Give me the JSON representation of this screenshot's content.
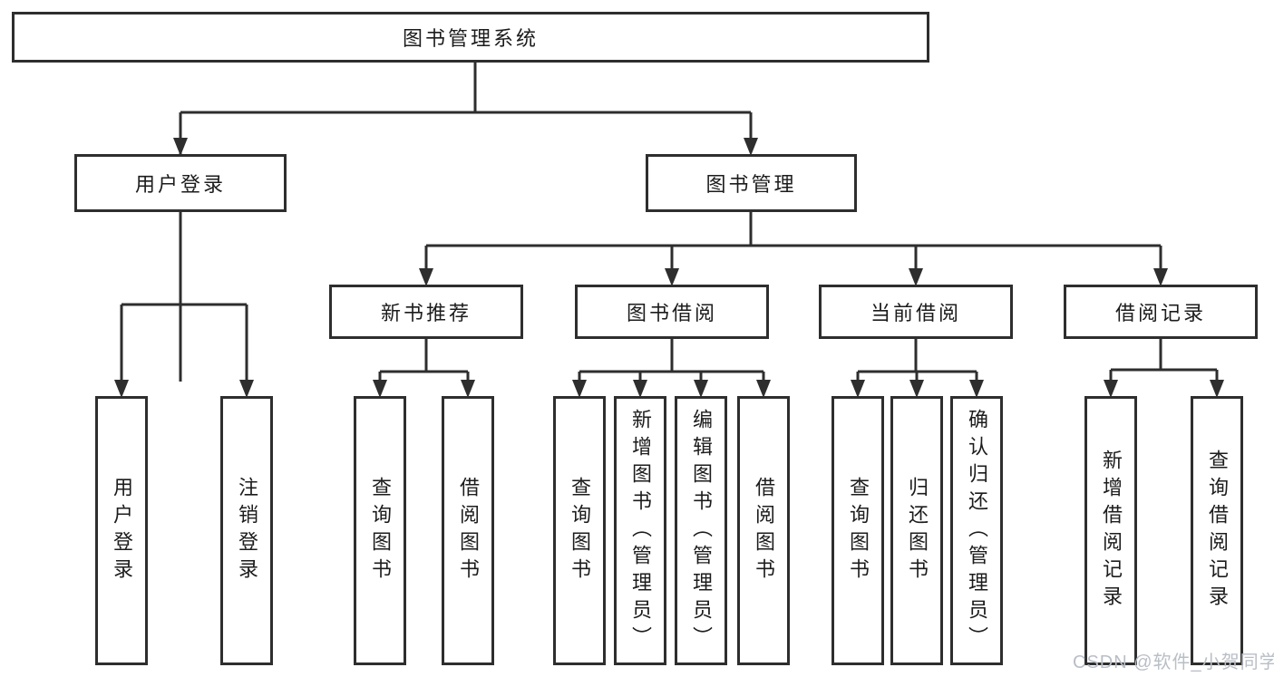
{
  "diagram": {
    "type": "function-structure-tree",
    "root": {
      "label": "图书管理系统"
    },
    "branches": [
      {
        "label": "用户登录",
        "children": [
          {
            "label": "用户登录"
          },
          {
            "label": "注销登录"
          }
        ]
      },
      {
        "label": "图书管理",
        "children": [
          {
            "label": "新书推荐",
            "children": [
              {
                "label": "查询图书"
              },
              {
                "label": "借阅图书"
              }
            ]
          },
          {
            "label": "图书借阅",
            "children": [
              {
                "label": "查询图书"
              },
              {
                "label": "新增图书（管理员）"
              },
              {
                "label": "编辑图书（管理员）"
              },
              {
                "label": "借阅图书"
              }
            ]
          },
          {
            "label": "当前借阅",
            "children": [
              {
                "label": "查询图书"
              },
              {
                "label": "归还图书"
              },
              {
                "label": "确认归还（管理员）"
              }
            ]
          },
          {
            "label": "借阅记录",
            "children": [
              {
                "label": "新增借阅记录"
              },
              {
                "label": "查询借阅记录"
              }
            ]
          }
        ]
      }
    ],
    "watermark": "CSDN @软件_小贺同学",
    "colors": {
      "line": "#2e2e2e",
      "box_border": "#2e2e2e",
      "box_fill": "#ffffff",
      "text": "#1c1c1c",
      "watermark": "#b9bec6",
      "background": "#ffffff"
    }
  }
}
